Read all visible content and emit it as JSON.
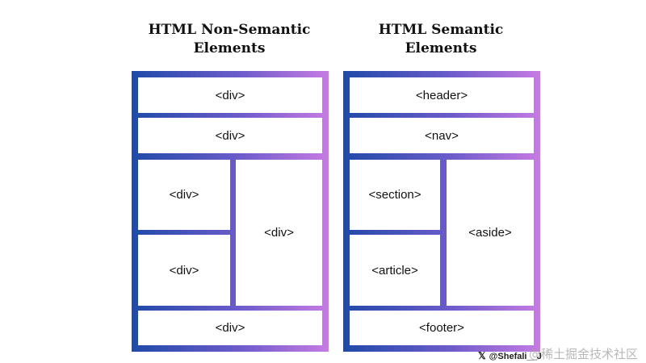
{
  "left": {
    "title_line1": "HTML Non-Semantic",
    "title_line2": "Elements",
    "boxes": [
      "<div>",
      "<div>",
      "<div>",
      "<div>",
      "<div>",
      "<div>"
    ]
  },
  "right": {
    "title_line1": "HTML Semantic",
    "title_line2": "Elements",
    "boxes": [
      "<header>",
      "<nav>",
      "<section>",
      "<article>",
      "<aside>",
      "<footer>"
    ]
  },
  "credit": {
    "icon": "x-logo-icon",
    "glyph": "𝕏",
    "handle": "@Shefali__J"
  },
  "watermark": "@稀土掘金技术社区",
  "colors": {
    "gradient_start": "#1f4aa8",
    "gradient_mid": "#6d5ccb",
    "gradient_end": "#c77be3"
  }
}
